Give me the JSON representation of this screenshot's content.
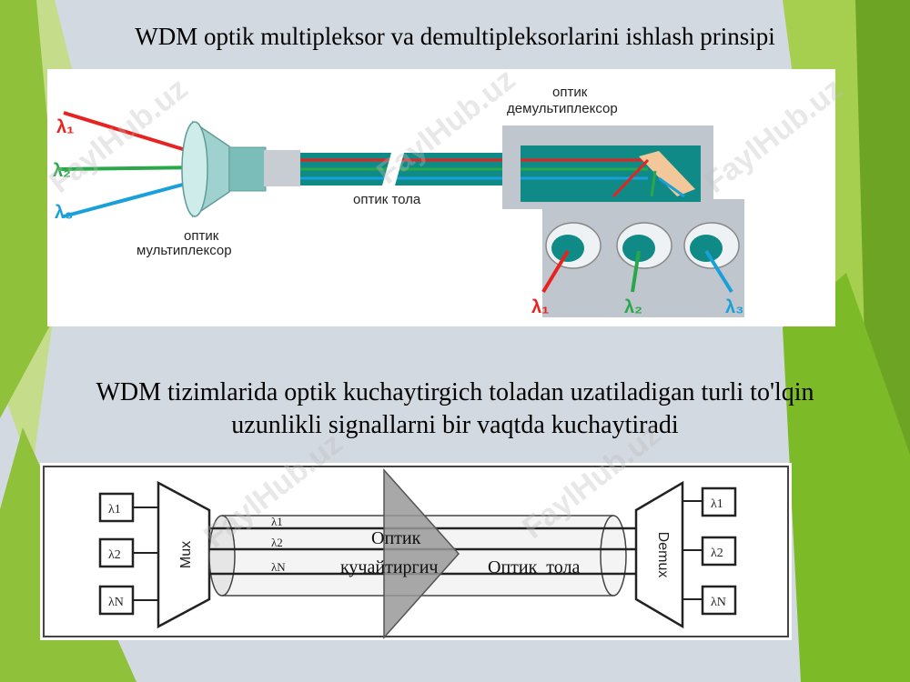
{
  "slide": {
    "title": "WDM optik multipleksor va demultipleksorlarini ishlash prinsipi",
    "subtitle": "WDM tizimlarida optik kuchaytirgich toladan uzatiladigan turli to'lqin uzunlikli signallarni bir vaqtda kuchaytiradi",
    "watermark": "FaylHub.uz"
  },
  "colors": {
    "red": "#e8221e",
    "green": "#29a84a",
    "blue": "#1aa0d8",
    "teal": "#0f8a86",
    "gray": "#bfc6ce",
    "accent_green": "#7cba28"
  },
  "diagram1": {
    "lambda1": "λ₁",
    "lambda2": "λ₂",
    "lambda3": "λ₃",
    "mux_label_line1": "оптик",
    "mux_label_line2": "мультиплексор",
    "fiber_label": "оптик тола",
    "demux_label_line1": "оптик",
    "demux_label_line2": "демультиплексор",
    "out_lambda1": "λ₁",
    "out_lambda2": "λ₂",
    "out_lambda3": "λ₃"
  },
  "diagram2": {
    "in1": "λ1",
    "in2": "λ2",
    "in3": "λN",
    "mux": "Mux",
    "demux": "Demux",
    "line_l1": "λ1",
    "line_l2": "λ2",
    "line_lN": "λN",
    "amp_line1": "Оптик",
    "amp_line2": "кучайтиргич",
    "fiber": "Оптик  тола",
    "out1": "λ1",
    "out2": "λ2",
    "out3": "λN"
  }
}
